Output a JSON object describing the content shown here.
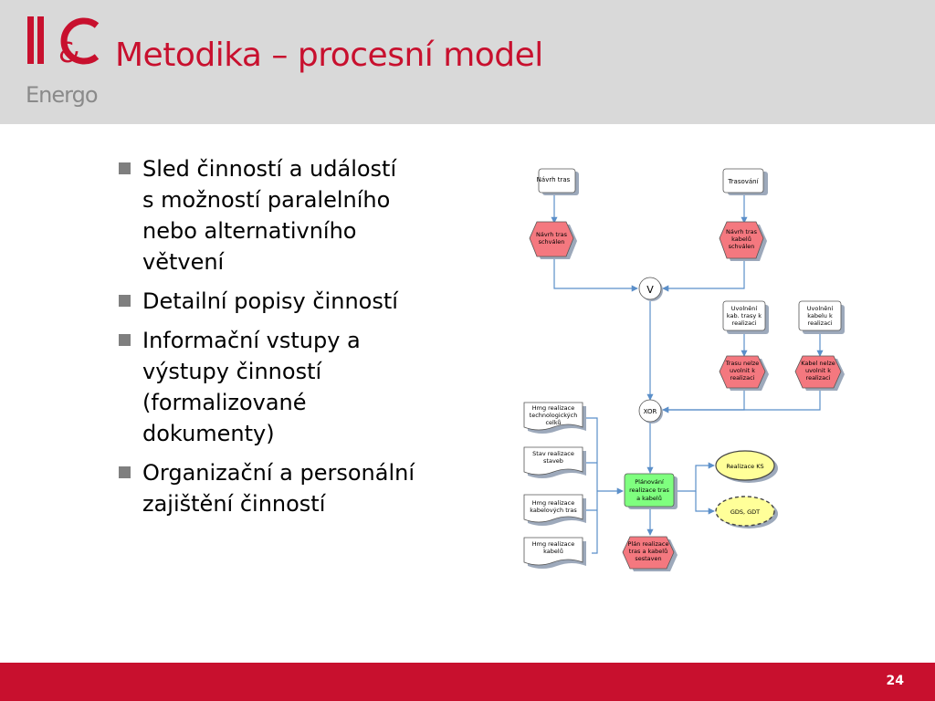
{
  "logo": {
    "main": "I&C",
    "sub": "Energo"
  },
  "title": "Metodika – procesní model",
  "bullets": [
    {
      "line1": "Sled činností a událostí",
      "line2": "s možností paralelního",
      "line3": "nebo alternativního",
      "line4": "větvení"
    },
    {
      "line1": "Detailní popisy činností"
    },
    {
      "line1": "Informační vstupy a",
      "line2": "výstupy činností",
      "line3": "(formalizované",
      "line4": "dokumenty)"
    },
    {
      "line1": "Organizační a personální",
      "line2": "zajištění činností"
    }
  ],
  "diagram": {
    "func_navrh_tras": "Návrh tras",
    "func_trasovani": "Trasování",
    "event_navrh_schvalen": [
      "Návrh tras",
      "schválen"
    ],
    "event_navrh_kabelu_schvalen": [
      "Návrh tras",
      "kabelů",
      "schválen"
    ],
    "op_v": "V",
    "func_uvolneni_trasy": [
      "Uvolnění",
      "kab. trasy k",
      "realizaci"
    ],
    "func_uvolneni_kabelu": [
      "Uvolnění",
      "kabelu k",
      "realizaci"
    ],
    "event_trasu_nelze": [
      "Trasu nelze",
      "uvolnit k",
      "realizaci"
    ],
    "event_kabel_nelze": [
      "Kabel nelze",
      "uvolnit k",
      "realizaci"
    ],
    "op_xor": "XOR",
    "doc_hmg_tech": [
      "Hmg realizace",
      "technologických",
      "celků"
    ],
    "doc_stav": [
      "Stav realizace",
      "staveb"
    ],
    "doc_hmg_kab_tras": [
      "Hmg realizace",
      "kabelových tras"
    ],
    "doc_hmg_kab": [
      "Hmg realizace",
      "kabelů"
    ],
    "func_planovani": [
      "Plánování",
      "realizace tras",
      "a kabelů"
    ],
    "event_plan": [
      "Plán realizace",
      "tras a kabelů",
      "sestaven"
    ],
    "org_realizace": "Realizace KS",
    "org_gds": "GDS, GDT",
    "colors": {
      "event": "#f4787f",
      "function": "#ffffff",
      "green": "#7fff7f",
      "org": "#ffff99",
      "line": "#5b8fc9",
      "shadow": "#9da9bb"
    }
  },
  "page_number": "24"
}
